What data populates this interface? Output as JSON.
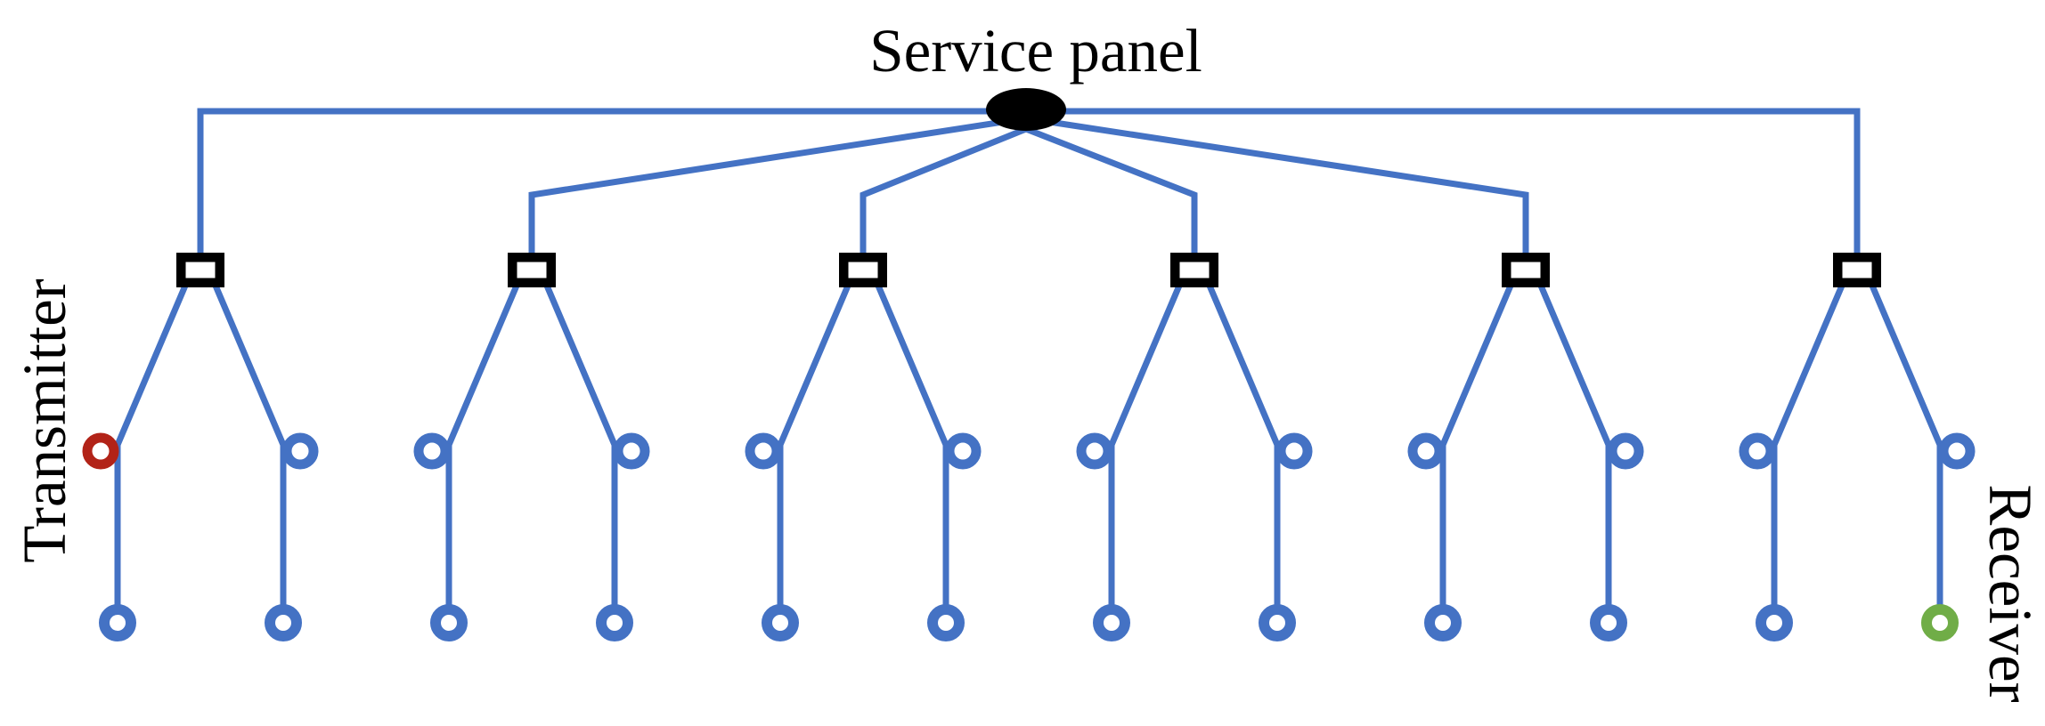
{
  "diagram": {
    "title": "Service panel",
    "endpoint_labels": {
      "transmitter": "Transmitter",
      "receiver": "Receiver"
    },
    "colors": {
      "background": "#FFFFFF",
      "wire": "#4472C4",
      "panel_node": "#000000",
      "breaker_outline": "#000000",
      "breaker_fill": "#FFFFFF",
      "outlet": "#4472C4",
      "transmitter": "#B22318",
      "receiver": "#70AD47",
      "text": "#000000"
    },
    "topology": {
      "panel_node": "service-panel",
      "branch_count": 6,
      "outlets_per_branch": 2,
      "outlet_levels": [
        "mid",
        "bottom"
      ],
      "special_outlets": [
        {
          "branch": 1,
          "side": "left",
          "level": "mid",
          "role": "transmitter"
        },
        {
          "branch": 6,
          "side": "right",
          "level": "bottom",
          "role": "receiver"
        }
      ]
    }
  }
}
